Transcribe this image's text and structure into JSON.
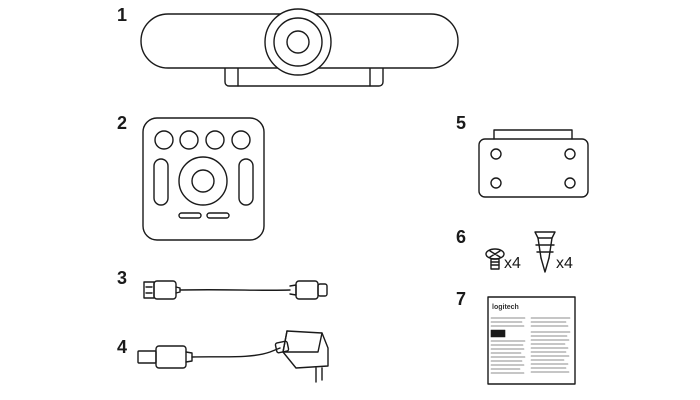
{
  "items": [
    {
      "number": "1",
      "icon": "conference-camera-icon"
    },
    {
      "number": "2",
      "icon": "remote-control-icon"
    },
    {
      "number": "3",
      "icon": "usb-cable-icon"
    },
    {
      "number": "4",
      "icon": "power-adapter-icon"
    },
    {
      "number": "5",
      "icon": "mounting-bracket-icon"
    },
    {
      "number": "6",
      "icon": "screws-and-anchors-icon",
      "screw_qty": "x4",
      "anchor_qty": "x4"
    },
    {
      "number": "7",
      "icon": "documentation-icon",
      "brand": "logitech"
    }
  ],
  "stroke_color": "#1a1a1a"
}
